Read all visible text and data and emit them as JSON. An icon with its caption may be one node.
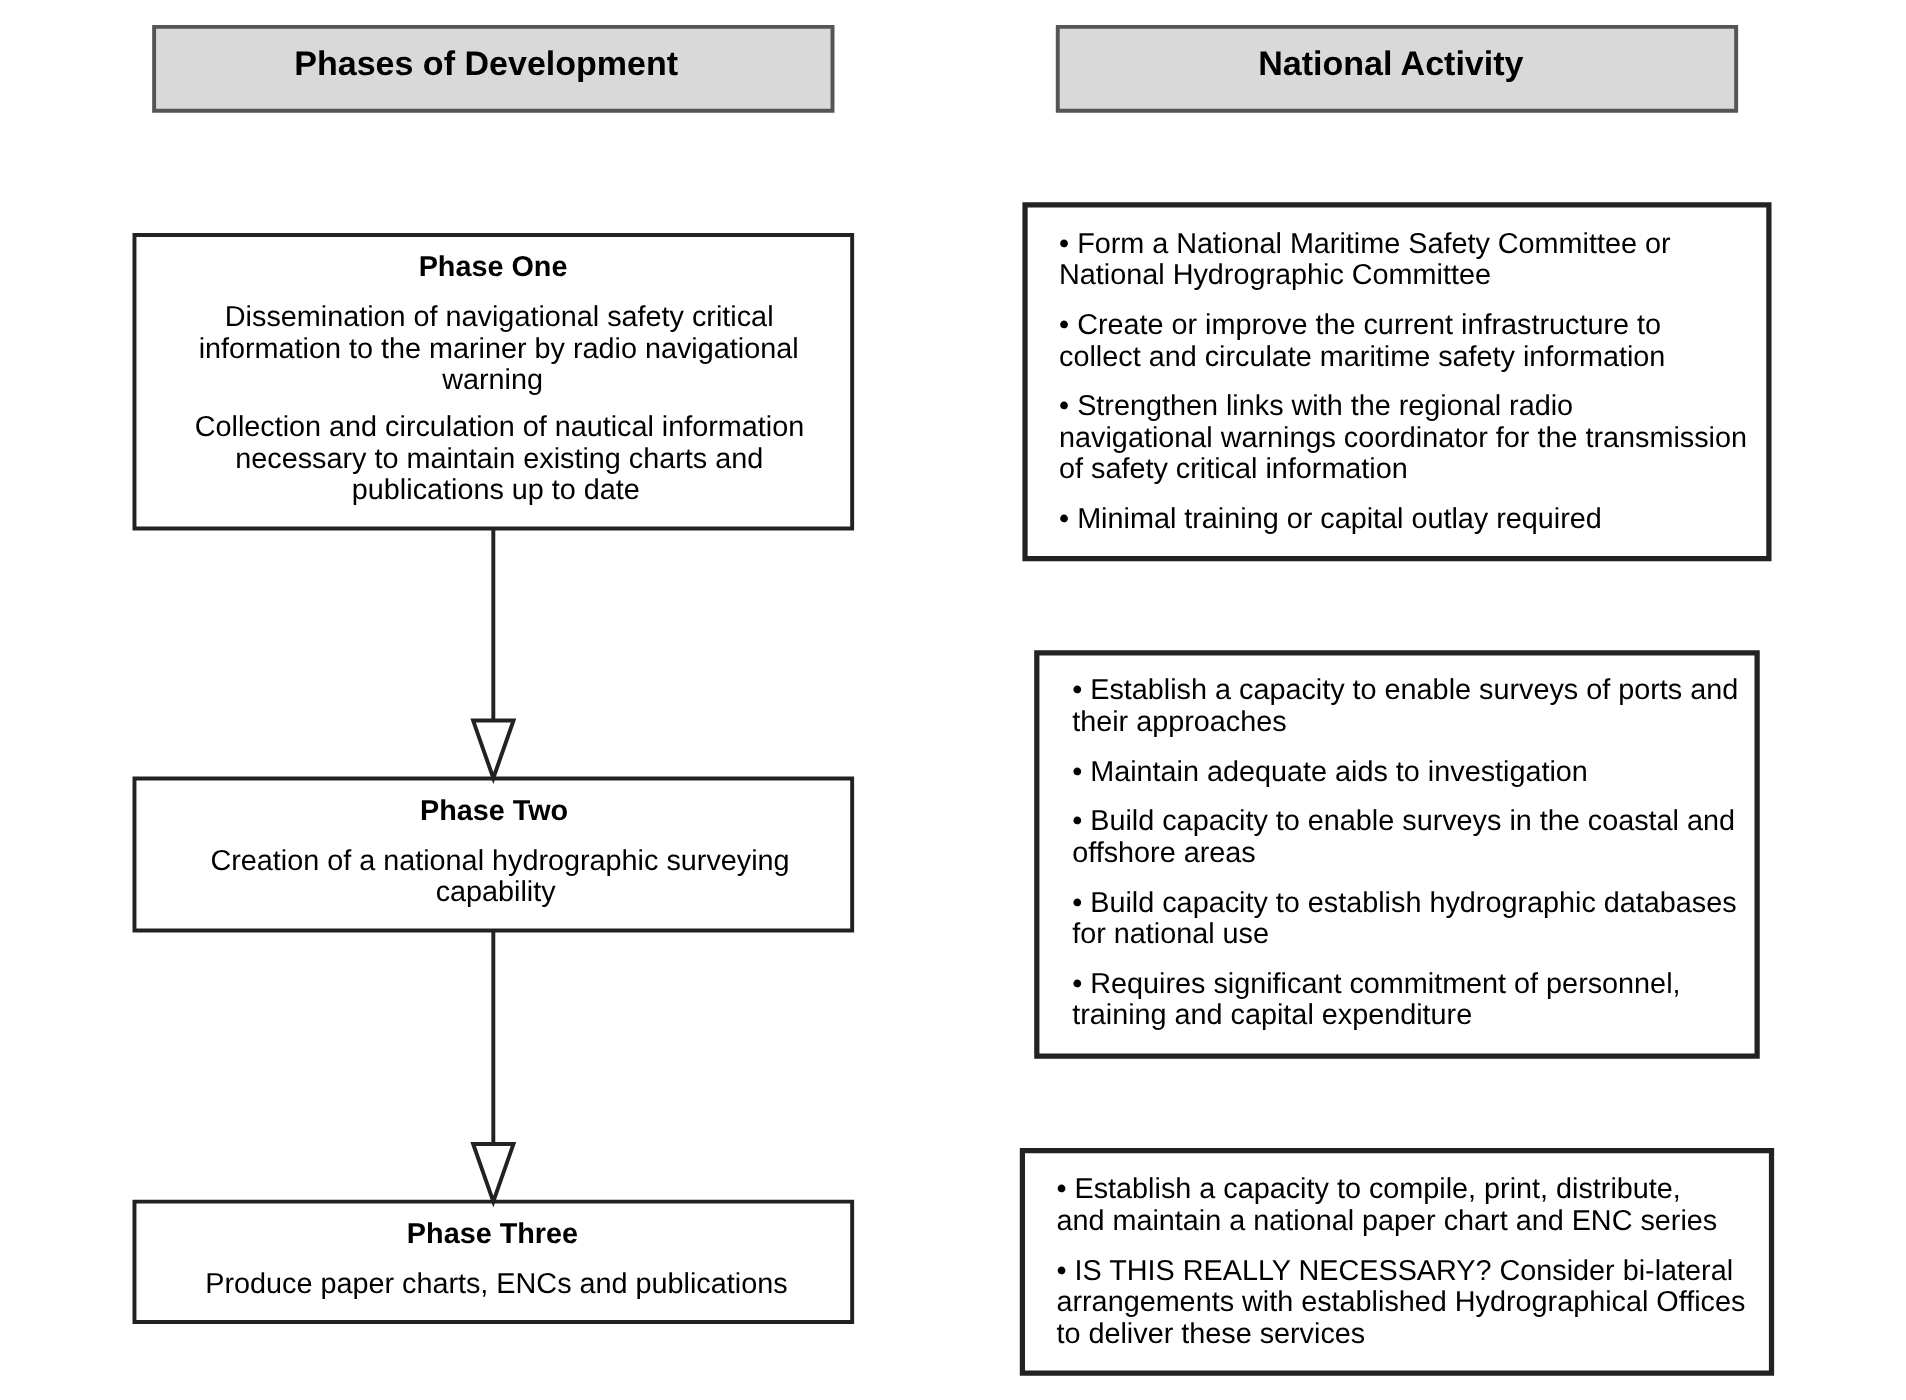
{
  "diagram": {
    "nodes": [
      {
        "text": [
          "Phases of Development"
        ]
      },
      {
        "text": [
          "National Activity"
        ]
      },
      {
        "text": [
          "Phase One",
          "Dissemination of navigational safety critical information to the mariner by radio navigational warning",
          "Collection and circulation of nautical information necessary to maintain existing charts and publications up to date"
        ]
      },
      {
        "text": [
          "• Form a National Maritime Safety Committee or National Hydrographic Committee",
          "• Create or improve the current infrastructure to collect and circulate maritime safety information",
          "• Strengthen links with the regional radio navigational warnings coordinator for the transmission of safety critical information",
          "• Minimal training or capital outlay required"
        ]
      },
      {
        "text": [
          "Phase Two",
          "Creation of a national hydrographic surveying capability"
        ]
      },
      {
        "text": [
          "• Establish a capacity to enable surveys of ports and their approaches",
          "• Maintain adequate aids to investigation",
          "• Build capacity to enable surveys in the coastal and offshore areas",
          "• Build capacity to establish hydrographic databases for national use",
          "• Requires significant commitment of personnel, training and capital expenditure"
        ]
      },
      {
        "text": [
          "Phase Three",
          "Produce paper charts, ENCs and publications"
        ]
      },
      {
        "text": [
          "• Establish a capacity to compile, print, distribute, and maintain a national paper chart and ENC series",
          "• IS THIS REALLY NECESSARY? Consider bi-lateral arrangements with established Hydrographical Offices to deliver these services"
        ]
      }
    ],
    "edges": [
      {
        "from": 2,
        "to": 4,
        "arrow": "to"
      },
      {
        "from": 4,
        "to": 6,
        "arrow": "to"
      }
    ]
  }
}
